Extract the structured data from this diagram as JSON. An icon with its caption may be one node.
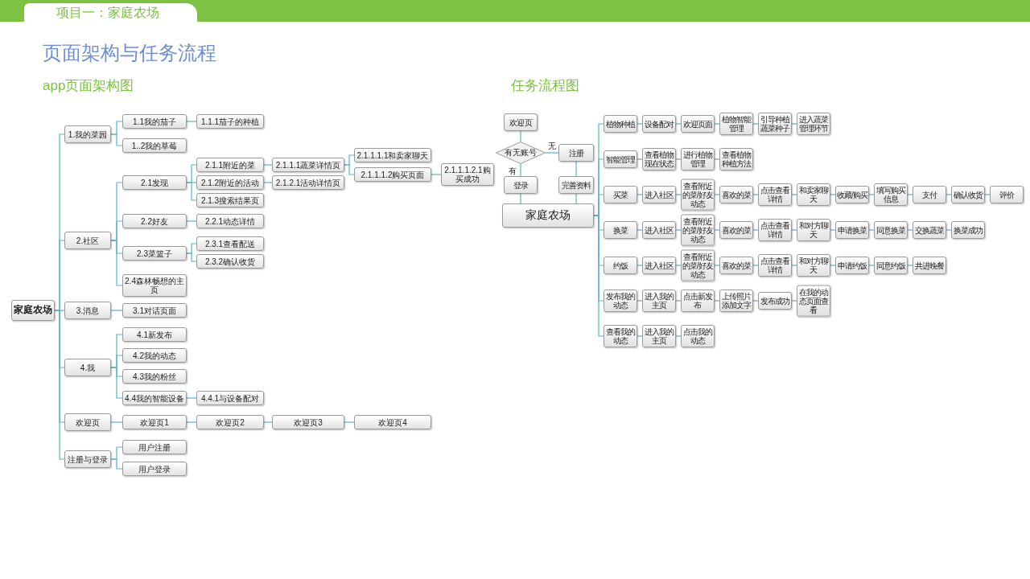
{
  "diagram": {
    "title": "页面架构与任务流程",
    "nodes": [
      {
        "text": [
          "家庭农场"
        ]
      },
      {
        "text": [
          "1.我的菜园"
        ]
      },
      {
        "text": [
          "1.1我的茄子"
        ]
      },
      {
        "text": [
          "1.1.1茄子的种植"
        ]
      },
      {
        "text": [
          "1..2我的草莓"
        ]
      },
      {
        "text": [
          "2.社区"
        ]
      },
      {
        "text": [
          "2.1发现"
        ]
      },
      {
        "text": [
          "2.1.1附近的菜"
        ]
      },
      {
        "text": [
          "2.1.1.1蔬菜详情页"
        ]
      },
      {
        "text": [
          "2.1.1.1.1和卖家聊天"
        ]
      },
      {
        "text": [
          "2.1.1.1.2购买页面"
        ]
      },
      {
        "text": [
          "2.1.1.1.2.1购买成功"
        ]
      },
      {
        "text": [
          "2.1.2附近的活动"
        ]
      },
      {
        "text": [
          "2.1.2.1活动详情页"
        ]
      },
      {
        "text": [
          "2.1.3搜索结果页"
        ]
      },
      {
        "text": [
          "2.2好友"
        ]
      },
      {
        "text": [
          "2.2.1动态详情"
        ]
      },
      {
        "text": [
          "2.3菜篮子"
        ]
      },
      {
        "text": [
          "2.3.1查看配送"
        ]
      },
      {
        "text": [
          "2.3.2确认收货"
        ]
      },
      {
        "text": [
          "2.4森林畅想的主页"
        ]
      },
      {
        "text": [
          "3.消息"
        ]
      },
      {
        "text": [
          "3.1对话页面"
        ]
      },
      {
        "text": [
          "4.我"
        ]
      },
      {
        "text": [
          "4.1新发布"
        ]
      },
      {
        "text": [
          "4.2我的动态"
        ]
      },
      {
        "text": [
          "4.3我的粉丝"
        ]
      },
      {
        "text": [
          "4.4我的智能设备"
        ]
      },
      {
        "text": [
          "4.4.1与设备配对"
        ]
      },
      {
        "text": [
          "欢迎页"
        ]
      },
      {
        "text": [
          "欢迎页1"
        ]
      },
      {
        "text": [
          "欢迎页2"
        ]
      },
      {
        "text": [
          "欢迎页3"
        ]
      },
      {
        "text": [
          "欢迎页4"
        ]
      },
      {
        "text": [
          "注册与登录"
        ]
      },
      {
        "text": [
          "用户注册"
        ]
      },
      {
        "text": [
          "用户登录"
        ]
      },
      {
        "text": [
          "欢迎页"
        ]
      },
      {
        "text": [
          "有无账号"
        ]
      },
      {
        "text": [
          "注册"
        ]
      },
      {
        "text": [
          "登录"
        ]
      },
      {
        "text": [
          "完善资料"
        ]
      },
      {
        "text": [
          "家庭农场"
        ]
      },
      {
        "text": [
          "植物种植"
        ]
      },
      {
        "text": [
          "设备配对"
        ]
      },
      {
        "text": [
          "欢迎页面"
        ]
      },
      {
        "text": [
          "植物智能管理"
        ]
      },
      {
        "text": [
          "引导种植蔬菜种子"
        ]
      },
      {
        "text": [
          "进入蔬菜管理环节"
        ]
      },
      {
        "text": [
          "智能管理"
        ]
      },
      {
        "text": [
          "查看植物现在状态"
        ]
      },
      {
        "text": [
          "进行植物管理"
        ]
      },
      {
        "text": [
          "查看植物种植方法"
        ]
      },
      {
        "text": [
          "买菜"
        ]
      },
      {
        "text": [
          "进入社区"
        ]
      },
      {
        "text": [
          "查看附近的菜/好友动态"
        ]
      },
      {
        "text": [
          "喜欢的菜"
        ]
      },
      {
        "text": [
          "点击查看详情"
        ]
      },
      {
        "text": [
          "和卖家聊天"
        ]
      },
      {
        "text": [
          "收藏/购买"
        ]
      },
      {
        "text": [
          "填写购买信息"
        ]
      },
      {
        "text": [
          "支付"
        ]
      },
      {
        "text": [
          "确认收货"
        ]
      },
      {
        "text": [
          "评价"
        ]
      },
      {
        "text": [
          "换菜"
        ]
      },
      {
        "text": [
          "进入社区"
        ]
      },
      {
        "text": [
          "查看附近的菜/好友动态"
        ]
      },
      {
        "text": [
          "喜欢的菜"
        ]
      },
      {
        "text": [
          "点击查看详情"
        ]
      },
      {
        "text": [
          "和对方聊天"
        ]
      },
      {
        "text": [
          "申请换菜"
        ]
      },
      {
        "text": [
          "同意换菜"
        ]
      },
      {
        "text": [
          "交换蔬菜"
        ]
      },
      {
        "text": [
          "换菜成功"
        ]
      },
      {
        "text": [
          "约饭"
        ]
      },
      {
        "text": [
          "进入社区"
        ]
      },
      {
        "text": [
          "查看附近的菜/好友动态"
        ]
      },
      {
        "text": [
          "喜欢的菜"
        ]
      },
      {
        "text": [
          "点击查看详情"
        ]
      },
      {
        "text": [
          "和对方聊天"
        ]
      },
      {
        "text": [
          "申请约饭"
        ]
      },
      {
        "text": [
          "同意约饭"
        ]
      },
      {
        "text": [
          "共进晚餐"
        ]
      },
      {
        "text": [
          "发布我的动态"
        ]
      },
      {
        "text": [
          "进入我的主页"
        ]
      },
      {
        "text": [
          "点击新发布"
        ]
      },
      {
        "text": [
          "上传照片添加文字"
        ]
      },
      {
        "text": [
          "发布成功"
        ]
      },
      {
        "text": [
          "在我的动态页面查看"
        ]
      },
      {
        "text": [
          "查看我的动态"
        ]
      },
      {
        "text": [
          "进入我的主页"
        ]
      },
      {
        "text": [
          "点击我的动态"
        ]
      }
    ],
    "edges": [
      {
        "from": 0,
        "to": 1,
        "arrow": "none"
      },
      {
        "from": 1,
        "to": 2,
        "arrow": "none"
      },
      {
        "from": 2,
        "to": 3,
        "arrow": "none"
      },
      {
        "from": 1,
        "to": 4,
        "arrow": "none"
      },
      {
        "from": 0,
        "to": 5,
        "arrow": "none"
      },
      {
        "from": 5,
        "to": 6,
        "arrow": "none"
      },
      {
        "from": 6,
        "to": 7,
        "arrow": "none"
      },
      {
        "from": 7,
        "to": 8,
        "arrow": "none"
      },
      {
        "from": 8,
        "to": 9,
        "arrow": "none"
      },
      {
        "from": 8,
        "to": 10,
        "arrow": "none"
      },
      {
        "from": 10,
        "to": 11,
        "arrow": "none"
      },
      {
        "from": 6,
        "to": 12,
        "arrow": "none"
      },
      {
        "from": 12,
        "to": 13,
        "arrow": "none"
      },
      {
        "from": 6,
        "to": 14,
        "arrow": "none"
      },
      {
        "from": 5,
        "to": 15,
        "arrow": "none"
      },
      {
        "from": 15,
        "to": 16,
        "arrow": "none"
      },
      {
        "from": 5,
        "to": 17,
        "arrow": "none"
      },
      {
        "from": 17,
        "to": 18,
        "arrow": "none"
      },
      {
        "from": 17,
        "to": 19,
        "arrow": "none"
      },
      {
        "from": 5,
        "to": 20,
        "arrow": "none"
      },
      {
        "from": 0,
        "to": 21,
        "arrow": "none"
      },
      {
        "from": 21,
        "to": 22,
        "arrow": "none"
      },
      {
        "from": 0,
        "to": 23,
        "arrow": "none"
      },
      {
        "from": 23,
        "to": 24,
        "arrow": "none"
      },
      {
        "from": 23,
        "to": 25,
        "arrow": "none"
      },
      {
        "from": 23,
        "to": 26,
        "arrow": "none"
      },
      {
        "from": 23,
        "to": 27,
        "arrow": "none"
      },
      {
        "from": 27,
        "to": 28,
        "arrow": "none"
      },
      {
        "from": 0,
        "to": 29,
        "arrow": "none"
      },
      {
        "from": 29,
        "to": 30,
        "arrow": "none"
      },
      {
        "from": 30,
        "to": 31,
        "arrow": "none"
      },
      {
        "from": 31,
        "to": 32,
        "arrow": "none"
      },
      {
        "from": 32,
        "to": 33,
        "arrow": "none"
      },
      {
        "from": 0,
        "to": 34,
        "arrow": "none"
      },
      {
        "from": 34,
        "to": 35,
        "arrow": "none"
      },
      {
        "from": 34,
        "to": 36,
        "arrow": "none"
      },
      {
        "from": 37,
        "to": 38,
        "arrow": "none"
      },
      {
        "from": 38,
        "to": 39,
        "arrow": "none",
        "label": "无"
      },
      {
        "from": 38,
        "to": 40,
        "arrow": "none",
        "label": "有"
      },
      {
        "from": 39,
        "to": 41,
        "arrow": "none"
      },
      {
        "from": 40,
        "to": 42,
        "arrow": "none"
      },
      {
        "from": 41,
        "to": 42,
        "arrow": "none"
      },
      {
        "from": 42,
        "to": 43,
        "arrow": "none"
      },
      {
        "from": 43,
        "to": 44,
        "arrow": "none"
      },
      {
        "from": 44,
        "to": 45,
        "arrow": "none"
      },
      {
        "from": 45,
        "to": 46,
        "arrow": "none"
      },
      {
        "from": 46,
        "to": 47,
        "arrow": "none"
      },
      {
        "from": 47,
        "to": 48,
        "arrow": "none"
      },
      {
        "from": 42,
        "to": 49,
        "arrow": "none"
      },
      {
        "from": 49,
        "to": 50,
        "arrow": "none"
      },
      {
        "from": 50,
        "to": 51,
        "arrow": "none"
      },
      {
        "from": 51,
        "to": 52,
        "arrow": "none"
      },
      {
        "from": 42,
        "to": 53,
        "arrow": "none"
      },
      {
        "from": 53,
        "to": 54,
        "arrow": "none"
      },
      {
        "from": 54,
        "to": 55,
        "arrow": "none"
      },
      {
        "from": 55,
        "to": 56,
        "arrow": "none"
      },
      {
        "from": 56,
        "to": 57,
        "arrow": "none"
      },
      {
        "from": 57,
        "to": 58,
        "arrow": "none"
      },
      {
        "from": 58,
        "to": 59,
        "arrow": "none"
      },
      {
        "from": 59,
        "to": 60,
        "arrow": "none"
      },
      {
        "from": 60,
        "to": 61,
        "arrow": "none"
      },
      {
        "from": 61,
        "to": 62,
        "arrow": "none"
      },
      {
        "from": 62,
        "to": 63,
        "arrow": "none"
      },
      {
        "from": 42,
        "to": 64,
        "arrow": "none"
      },
      {
        "from": 64,
        "to": 65,
        "arrow": "none"
      },
      {
        "from": 65,
        "to": 66,
        "arrow": "none"
      },
      {
        "from": 66,
        "to": 67,
        "arrow": "none"
      },
      {
        "from": 67,
        "to": 68,
        "arrow": "none"
      },
      {
        "from": 68,
        "to": 69,
        "arrow": "none"
      },
      {
        "from": 69,
        "to": 70,
        "arrow": "none"
      },
      {
        "from": 70,
        "to": 71,
        "arrow": "none"
      },
      {
        "from": 71,
        "to": 72,
        "arrow": "none"
      },
      {
        "from": 72,
        "to": 73,
        "arrow": "none"
      },
      {
        "from": 42,
        "to": 74,
        "arrow": "none"
      },
      {
        "from": 74,
        "to": 75,
        "arrow": "none"
      },
      {
        "from": 75,
        "to": 76,
        "arrow": "none"
      },
      {
        "from": 76,
        "to": 77,
        "arrow": "none"
      },
      {
        "from": 77,
        "to": 78,
        "arrow": "none"
      },
      {
        "from": 78,
        "to": 79,
        "arrow": "none"
      },
      {
        "from": 79,
        "to": 80,
        "arrow": "none"
      },
      {
        "from": 80,
        "to": 81,
        "arrow": "none"
      },
      {
        "from": 81,
        "to": 82,
        "arrow": "none"
      },
      {
        "from": 42,
        "to": 83,
        "arrow": "none"
      },
      {
        "from": 83,
        "to": 84,
        "arrow": "none"
      },
      {
        "from": 84,
        "to": 85,
        "arrow": "none"
      },
      {
        "from": 85,
        "to": 86,
        "arrow": "none"
      },
      {
        "from": 86,
        "to": 87,
        "arrow": "none"
      },
      {
        "from": 87,
        "to": 88,
        "arrow": "none"
      },
      {
        "from": 42,
        "to": 89,
        "arrow": "none"
      },
      {
        "from": 89,
        "to": 90,
        "arrow": "none"
      },
      {
        "from": 90,
        "to": 91,
        "arrow": "none"
      }
    ],
    "labels": [
      "项目一：家庭农场",
      "app页面架构图",
      "任务流程图"
    ]
  }
}
